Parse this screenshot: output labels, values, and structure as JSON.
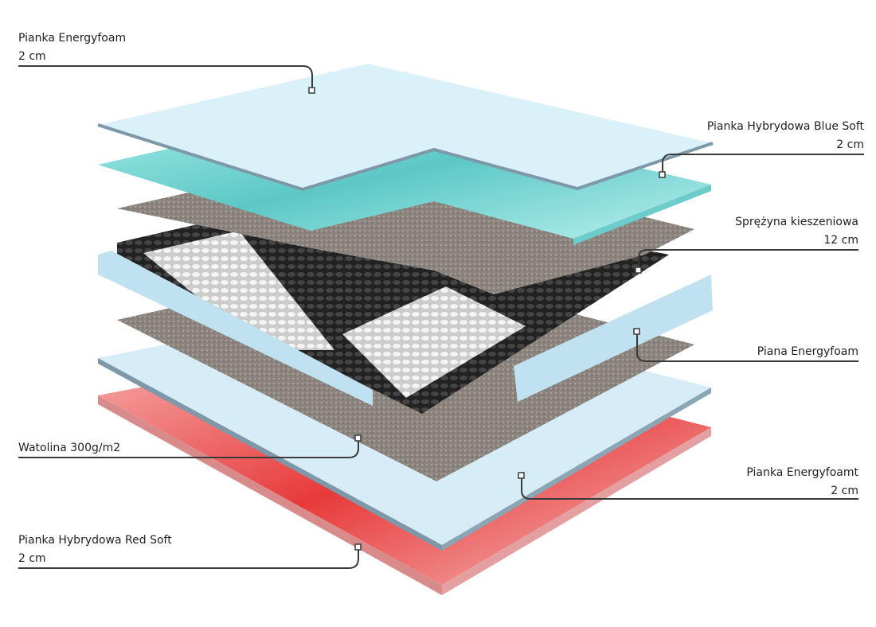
{
  "layers": [
    {
      "name": "Pianka Energyfoam",
      "size": "2 cm"
    },
    {
      "name": "Pianka Hybrydowa Blue Soft",
      "size": "2 cm"
    },
    {
      "name": "Sprężyna kieszeniowa",
      "size": "12 cm"
    },
    {
      "name": "Piana Energyfoam"
    },
    {
      "name": "Watolina 300g/m2"
    },
    {
      "name": "Pianka Energyfoamt",
      "size": "2 cm"
    },
    {
      "name": "Pianka Hybrydowa Red Soft",
      "size": "2 cm"
    }
  ],
  "colors": {
    "energyfoam": "#d8eff9",
    "blue_soft": "#7fdcd9",
    "felt": "#8a807a",
    "red_soft": "#e85a5a",
    "line": "#3a3a3a"
  }
}
